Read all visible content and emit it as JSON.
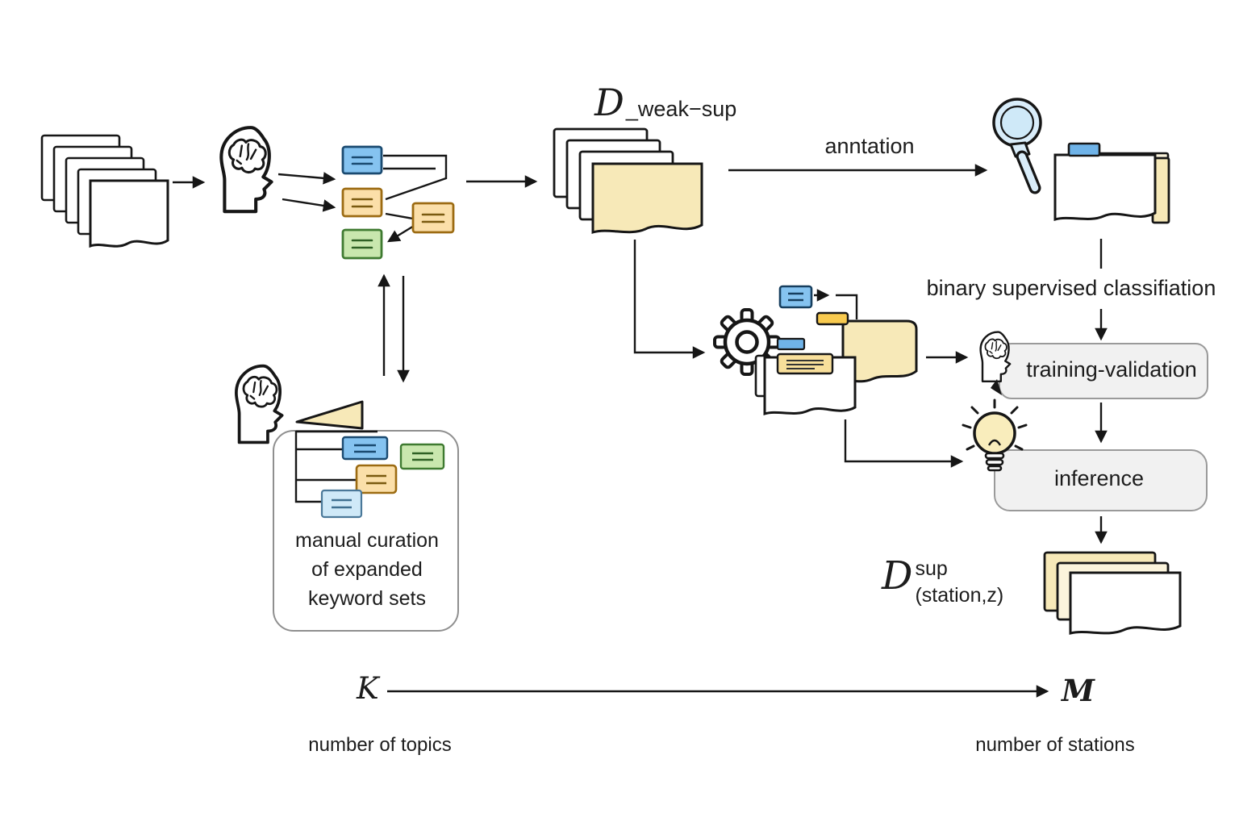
{
  "diagram": {
    "dataset_weak": {
      "symbol": "D",
      "subscript": "_weak−sup"
    },
    "annotation_label": "anntation",
    "binary_label": "binary supervised classifiation",
    "training_label": "training-validation",
    "inference_label": "inference",
    "dataset_sup": {
      "symbol": "D",
      "superscript": "sup",
      "subscript": "(station,z)"
    },
    "curation": {
      "line1": "manual curation",
      "line2": "of expanded",
      "line3": "keyword sets"
    },
    "axis": {
      "left_symbol": "K",
      "right_symbol": "M",
      "left_caption": "number of topics",
      "right_caption": "number of stations"
    },
    "colors": {
      "blue": "#85c3f0",
      "blue_dark": "#1a4a70",
      "tab_blue": "#6fb3e8",
      "orange": "#fbdfa9",
      "orange_dark": "#9c6b12",
      "green": "#c9e7ae",
      "green_dark": "#3e7a30",
      "light_blue": "#cfe9f8",
      "yellow_doc": "#f7e9b8",
      "cream": "#fbf4dc",
      "gold": "#f8ca4f",
      "box_gray": "#f1f1f1",
      "box_border": "#9a9a9a",
      "ink": "#161616"
    }
  }
}
